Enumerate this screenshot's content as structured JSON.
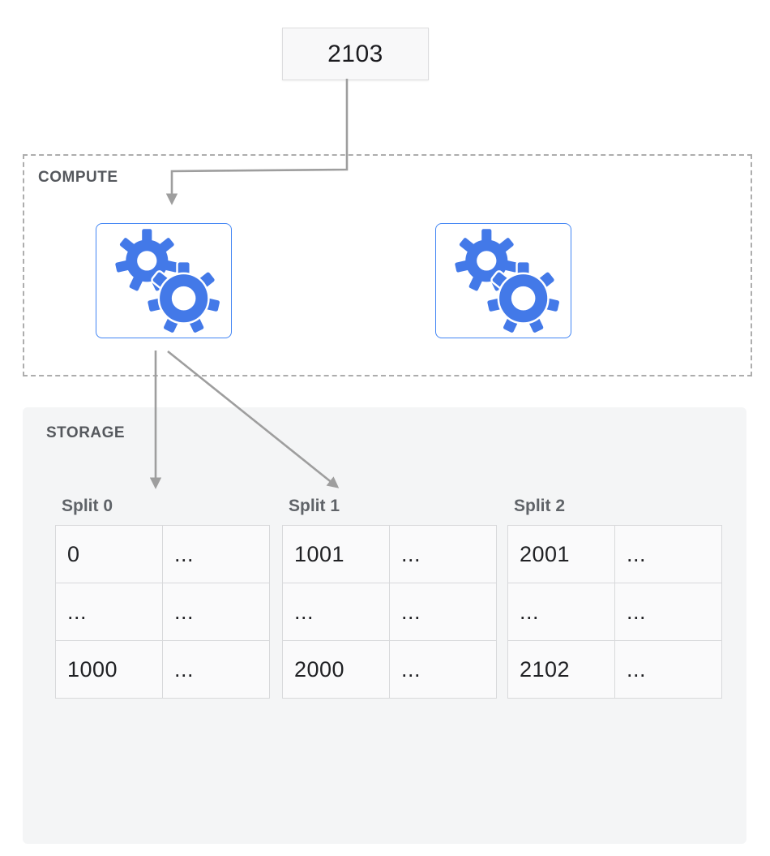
{
  "node": {
    "label": "2103"
  },
  "sections": {
    "compute": {
      "label": "COMPUTE"
    },
    "storage": {
      "label": "STORAGE"
    }
  },
  "splits": [
    {
      "label": "Split 0",
      "rows": [
        [
          "0",
          "..."
        ],
        [
          "...",
          "..."
        ],
        [
          "1000",
          "..."
        ]
      ]
    },
    {
      "label": "Split 1",
      "rows": [
        [
          "1001",
          "..."
        ],
        [
          "...",
          "..."
        ],
        [
          "2000",
          "..."
        ]
      ]
    },
    {
      "label": "Split 2",
      "rows": [
        [
          "2001",
          "..."
        ],
        [
          "...",
          "..."
        ],
        [
          "2102",
          "..."
        ]
      ]
    }
  ],
  "icons": {
    "worker": "gears-icon"
  },
  "colors": {
    "worker_border_blue": "#4285f4",
    "gear_blue": "#4379e8",
    "arrow_gray": "#9e9e9e",
    "dashed_border_gray": "#adadad",
    "section_label_gray": "#55585d",
    "storage_bg": "#f4f5f6",
    "node_bg": "#f8f8f9",
    "cell_text": "#202124"
  }
}
